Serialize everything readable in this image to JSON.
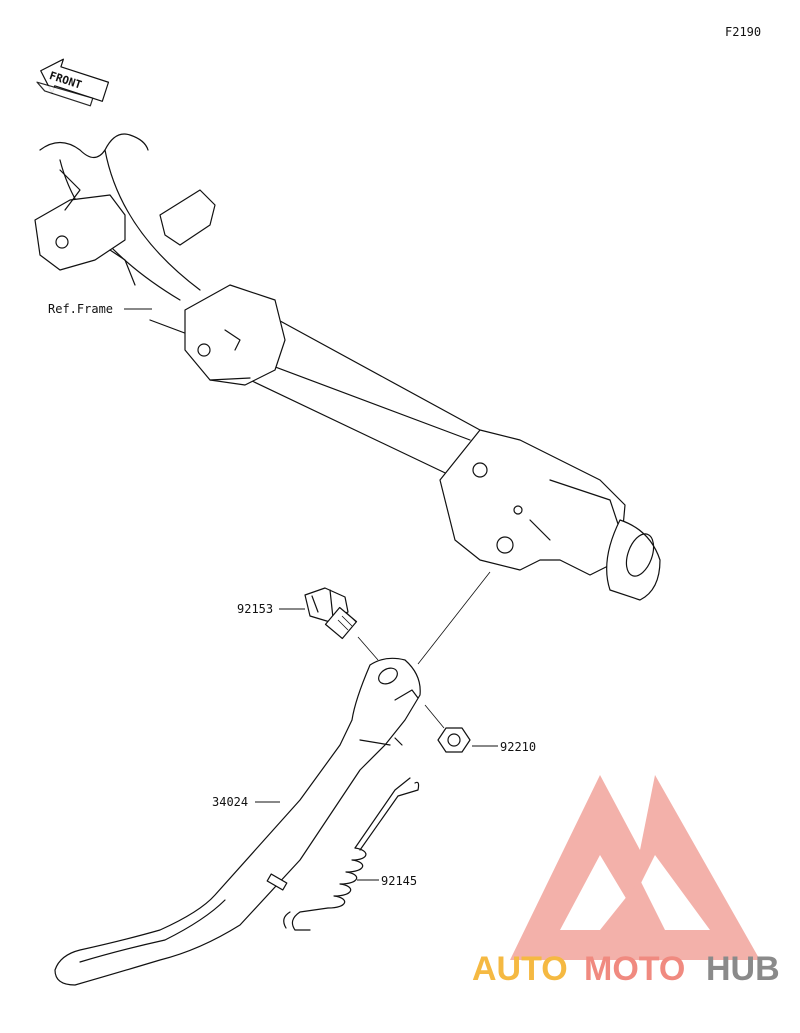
{
  "figure_code": "F2190",
  "front_label": "FRONT",
  "ref_label": "Ref.Frame",
  "parts": [
    {
      "number": "92153"
    },
    {
      "number": "92210"
    },
    {
      "number": "34024"
    },
    {
      "number": "92145"
    }
  ],
  "watermark": {
    "auto": "AUTO",
    "moto": "MOTO",
    "hub": "HUB",
    "color_auto": "#f5b942",
    "color_moto": "#f08a80",
    "color_hub": "#8a8a8a",
    "logo_color": "#f2a49c"
  }
}
